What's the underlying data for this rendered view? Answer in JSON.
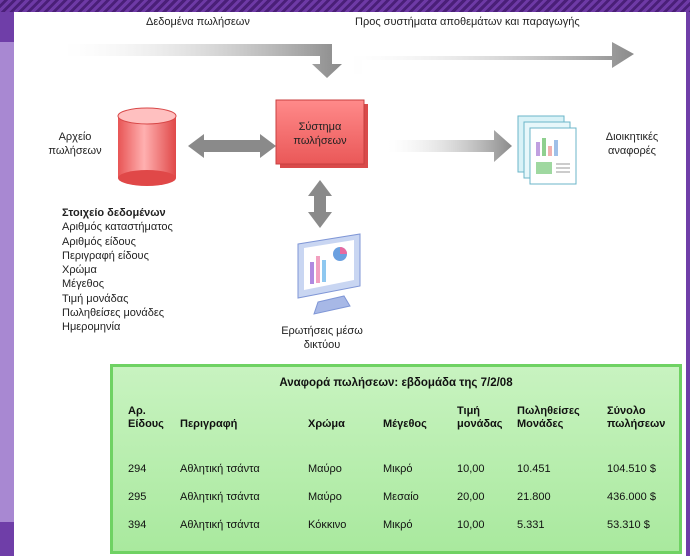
{
  "top_labels": {
    "left": "Δεδομένα πωλήσεων",
    "right": "Προς συστήματα αποθεμάτων και παραγωγής"
  },
  "nodes": {
    "sales_file": "Αρχείο\nπωλήσεων",
    "sales_system": "Σύστημα\nπωλήσεων",
    "management_reports": "Διοικητικές\nαναφορές",
    "web_queries": "Ερωτήσεις μέσω\nδικτύου"
  },
  "data_elements": {
    "heading": "Στοιχείο δεδομένων",
    "items": [
      "Αριθμός καταστήματος",
      "Αριθμός είδους",
      "Περιγραφή είδους",
      "Χρώμα",
      "Μέγεθος",
      "Τιμή μονάδας",
      "Πωληθείσες μονάδες",
      "Ημερομηνία"
    ]
  },
  "report": {
    "title": "Αναφορά πωλήσεων: εβδομάδα της 7/2/08",
    "columns": [
      "Αρ.\nΕίδους",
      "Περιγραφή",
      "Χρώμα",
      "Μέγεθος",
      "Τιμή\nμονάδας",
      "Πωληθείσες\nΜονάδες",
      "Σύνολο\nπωλήσεων"
    ],
    "rows": [
      [
        "294",
        "Αθλητική τσάντα",
        "Μαύρο",
        "Μικρό",
        "10,00",
        "10.451",
        "104.510 $"
      ],
      [
        "295",
        "Αθλητική τσάντα",
        "Μαύρο",
        "Μεσαίο",
        "20,00",
        "21.800",
        "436.000 $"
      ],
      [
        "394",
        "Αθλητική τσάντα",
        "Κόκκινο",
        "Μικρό",
        "10,00",
        "5.331",
        "53.310 $"
      ]
    ]
  },
  "colors": {
    "background": "#5a2a8c",
    "system_box": "#f06a6a",
    "database": "#f07a7a",
    "report_bg": "#b5edab",
    "arrow": "#8f8f8f"
  }
}
